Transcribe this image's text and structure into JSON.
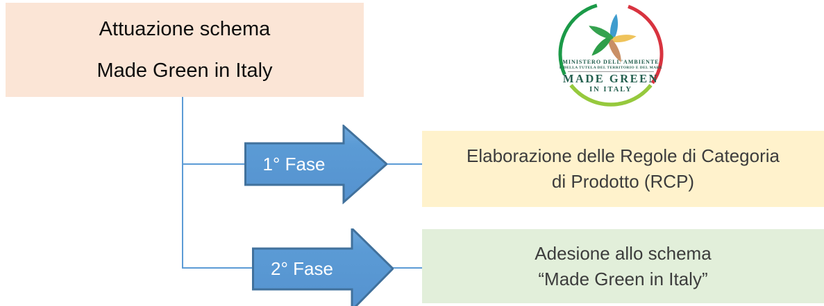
{
  "slide": {
    "title_box": {
      "line1": "Attuazione schema",
      "line2": "Made Green in Italy",
      "bg": "#FBE5D6"
    },
    "phases": [
      {
        "arrow_label": "1° Fase",
        "line1": "Elaborazione delle Regole di Categoria",
        "line2": "di Prodotto (RCP)",
        "bg": "#FFF2CC"
      },
      {
        "arrow_label": "2° Fase",
        "line1": "Adesione allo schema",
        "line2": "“Made Green in Italy”",
        "bg": "#E2EFDA"
      }
    ],
    "colors": {
      "arrow_fill": "#5B9BD5",
      "arrow_border": "#41719C",
      "connector": "#5B9BD5",
      "body_text": "#3C3C3C",
      "title_text": "#0D0D0D"
    }
  },
  "logo": {
    "ministry_line1": "MINISTERO DELL'AMBIENTE",
    "ministry_line2": "E DELLA TUTELA DEL TERRITORIO E DEL MARE",
    "brand": "MADE GREEN",
    "brand_sub": "IN ITALY",
    "colors": {
      "arc_green": "#1B9A48",
      "arc_red": "#D8333F",
      "arc_light_green": "#96C93D",
      "text_green": "#235F4E",
      "star_blue": "#3F9CCE",
      "star_yellow": "#EFC35B",
      "star_tan": "#C98F66",
      "star_green_1": "#2E9E49",
      "star_green_2": "#35A24F"
    }
  }
}
